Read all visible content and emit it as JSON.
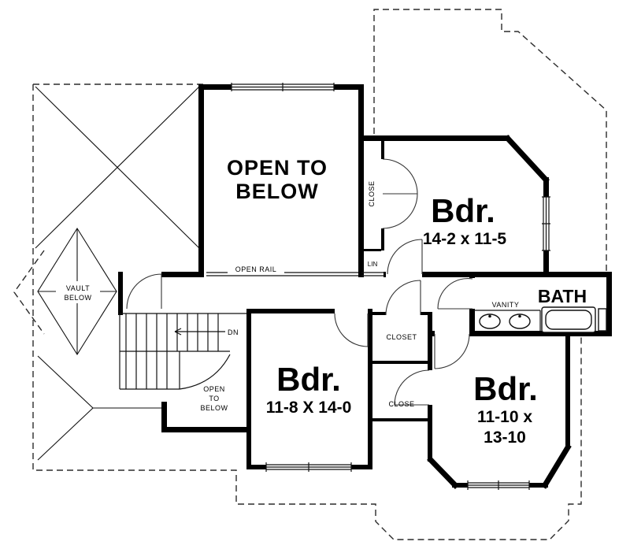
{
  "plan": {
    "open_to_below": {
      "line1": "OPEN TO",
      "line2": "BELOW"
    },
    "open_rail_label": "OPEN RAIL",
    "closet_vertical_label": "CLOSE",
    "linen_label": "LIN",
    "bedroom_top": {
      "name": "Bdr.",
      "dims": "14-2 x 11-5"
    },
    "bath": {
      "label": "BATH",
      "vanity_label": "VANITY"
    },
    "bedroom_center": {
      "name": "Bdr.",
      "dims": "11-8 X 14-0"
    },
    "closet_label": "CLOSET",
    "closet_lower_label": "CLOSE",
    "bedroom_bottom": {
      "name": "Bdr.",
      "dims_line1": "11-10 x",
      "dims_line2": "13-10"
    },
    "vault": {
      "line1": "VAULT",
      "line2": "BELOW"
    },
    "stairs": {
      "down_label": "DN"
    },
    "stairwell_open": {
      "line1": "OPEN",
      "line2": "TO",
      "line3": "BELOW"
    }
  },
  "colors": {
    "wall": "#000000",
    "line": "#111111",
    "background": "#ffffff"
  }
}
